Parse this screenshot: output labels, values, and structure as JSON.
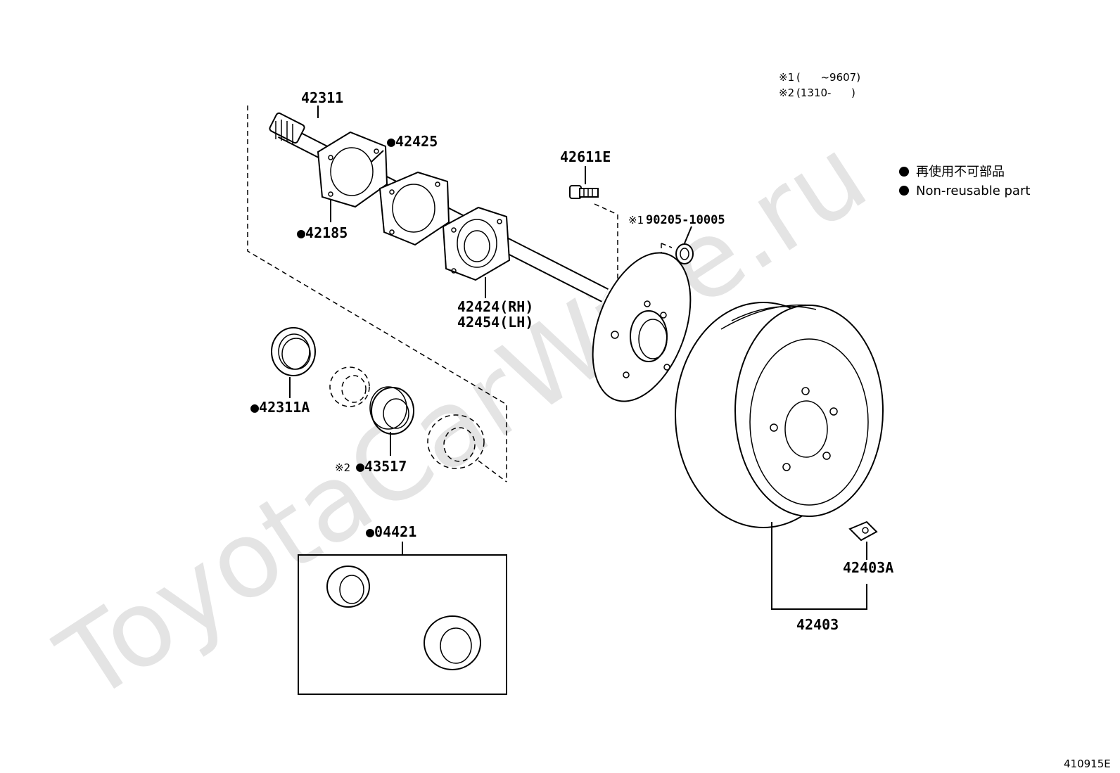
{
  "watermark": "ToyotaCarWine.ru",
  "notes": [
    {
      "mark": "※1",
      "text": "(      ~9607)"
    },
    {
      "mark": "※2",
      "text": "(1310-      )"
    }
  ],
  "legend": {
    "jp": "再使用不可部品",
    "en": "Non-reusable part"
  },
  "labels": {
    "p42311": "42311",
    "p42425": "●42425",
    "p42185": "●42185",
    "p42424": "42424(RH)",
    "p42454": "42454(LH)",
    "p42611E": "42611E",
    "p90205_mark": "※1",
    "p90205": "90205-10005",
    "p42311A": "●42311A",
    "p43517_mark": "※2",
    "p43517": "●43517",
    "p04421": "●04421",
    "p42403A": "42403A",
    "p42403": "42403"
  },
  "illustration_code": "410915E",
  "colors": {
    "ink": "#000000",
    "watermark": "#e4e4e4",
    "background": "#ffffff"
  }
}
